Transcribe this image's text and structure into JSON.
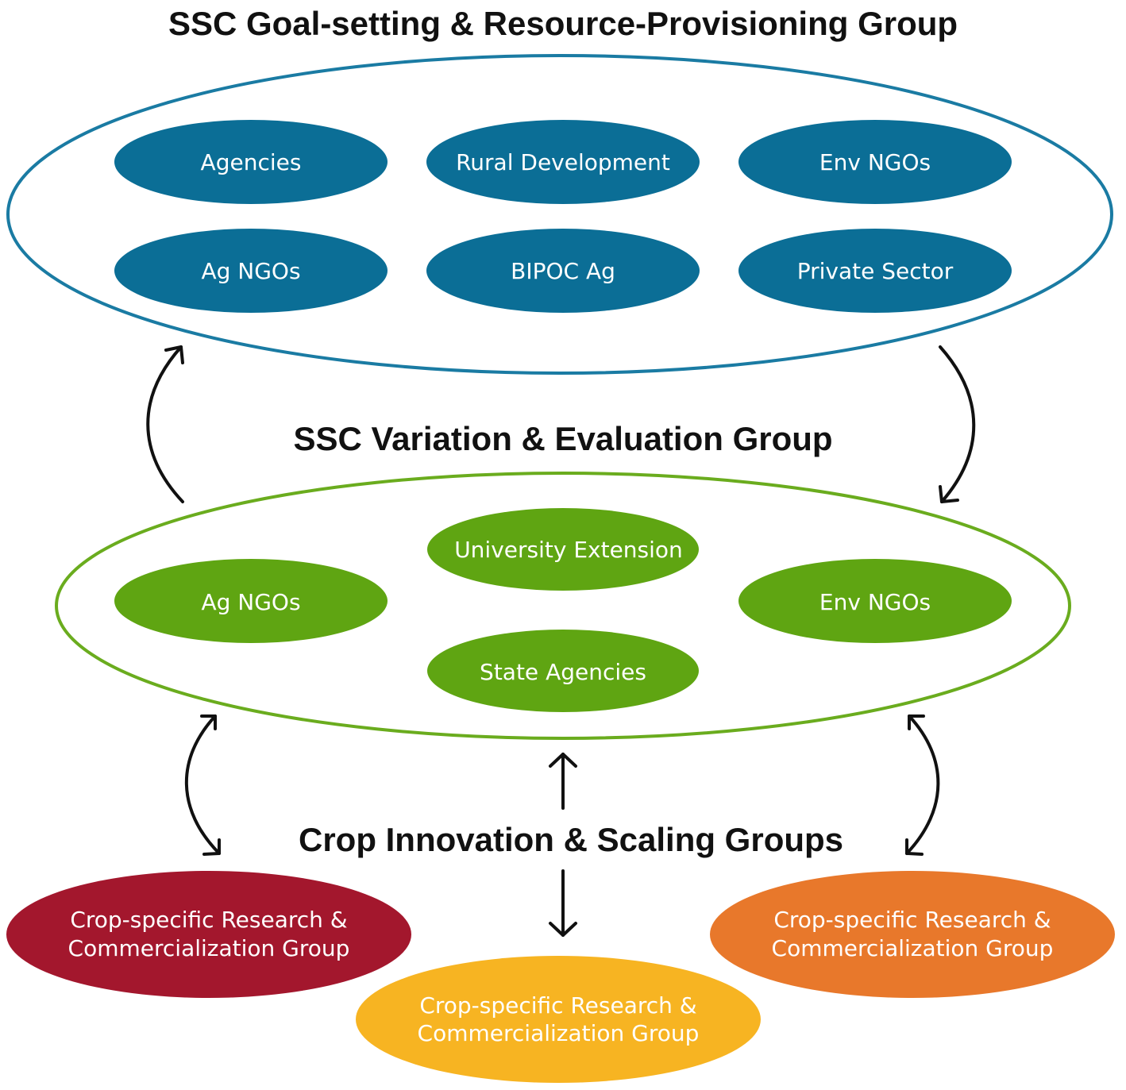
{
  "colors": {
    "goal_group": "#0b6e96",
    "variation_group": "#5fa512",
    "crop_red": "#a3172d",
    "crop_yellow": "#f7b422",
    "crop_orange": "#e8782b",
    "arrows": "#111111"
  },
  "goal_group": {
    "title": "SSC Goal-setting & Resource-Provisioning Group",
    "nodes": [
      "Agencies",
      "Rural Development",
      "Env NGOs",
      "Ag NGOs",
      "BIPOC Ag",
      "Private Sector"
    ]
  },
  "variation_group": {
    "title": "SSC Variation & Evaluation Group",
    "nodes": [
      "University Extension",
      "Ag NGOs",
      "Env NGOs",
      "State Agencies"
    ]
  },
  "crop_groups": {
    "title": "Crop Innovation & Scaling Groups",
    "nodes": [
      {
        "line1": "Crop-specific Research &",
        "line2": "Commercialization Group"
      },
      {
        "line1": "Crop-specific Research &",
        "line2": "Commercialization Group"
      },
      {
        "line1": "Crop-specific Research &",
        "line2": "Commercialization Group"
      }
    ]
  }
}
